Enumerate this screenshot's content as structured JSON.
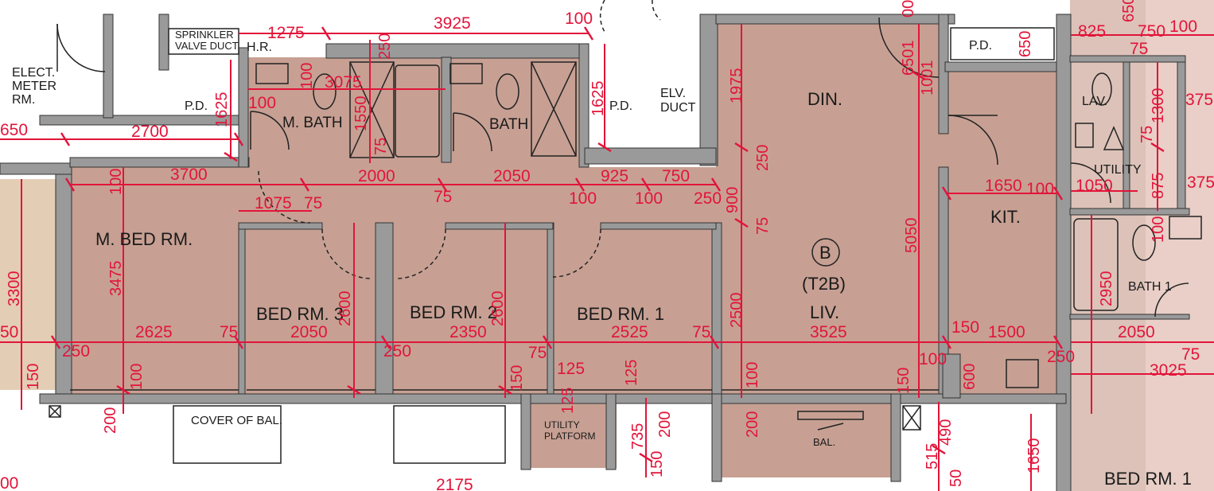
{
  "rooms": {
    "elect_meter": "ELECT.\nMETER\nRM.",
    "sprinkler": "SPRINKLER\nVALVE DUCT",
    "hr": "H.R.",
    "pd_left": "P.D.",
    "m_bath": "M. BATH",
    "bath": "BATH",
    "pd_mid": "P.D.",
    "elv_duct": "ELV.\nDUCT",
    "din": "DIN.",
    "pd_right": "P.D.",
    "lav": "LAV.",
    "utility": "UTILITY",
    "kit": "KIT.",
    "m_bed": "M. BED RM.",
    "bed3": "BED RM. 3",
    "bed2": "BED RM. 2",
    "bed1": "BED RM. 1",
    "flat_letter": "B",
    "flat_type": "(T2B)",
    "liv": "LIV.",
    "bath1": "BATH 1",
    "cover_bal": "COVER OF BAL.",
    "utility_platform": "UTILITY\nPLATFORM",
    "bal": "BAL.",
    "bed_rm1_right": "BED RM. 1"
  },
  "dims": {
    "h3925": "3925",
    "h100a": "100",
    "h1275": "1275",
    "h3075": "3075",
    "h100b": "100",
    "h650": "650",
    "h2700": "2700",
    "h3700": "3700",
    "h2000": "2000",
    "h2050": "2050",
    "h925": "925",
    "h750": "750",
    "h1075": "1075",
    "h75a": "75",
    "h75b": "75",
    "h100c": "100",
    "h100d": "100",
    "h250a": "250",
    "h2625": "2625",
    "h75c": "75",
    "h2050b": "2050",
    "h2350": "2350",
    "h2525": "2525",
    "h75d": "75",
    "h3525": "3525",
    "h250b": "250",
    "h250c": "250",
    "h50": "50",
    "h150a": "150",
    "h1500": "1500",
    "h2050c": "2050",
    "h100e": "100",
    "h250d": "250",
    "h75e": "75",
    "h3025": "3025",
    "h1650": "1650",
    "h100f": "100",
    "h1050": "1050",
    "h825": "825",
    "h750b": "750",
    "h100g": "100",
    "h75f": "75",
    "h125": "125",
    "h00": "00",
    "h2175": "2175",
    "h75g": "75",
    "v250": "250",
    "v1550": "1550",
    "v75a": "75",
    "v100a": "100",
    "v1625a": "1625",
    "v1625b": "1625",
    "v1975": "1975",
    "v250b": "250",
    "v6501": "6501",
    "v00": "00",
    "v1001": "1001",
    "v650": "650",
    "v650b": "650",
    "v100b": "100",
    "v3475": "3475",
    "v3300": "3300",
    "v150a": "150",
    "v100c": "100",
    "v200a": "200",
    "v2600a": "2600",
    "v2600b": "2600",
    "v900": "900",
    "v75b": "75",
    "v2500": "2500",
    "v5050": "5050",
    "v150b": "150",
    "v125": "125",
    "v125b": "125",
    "v735": "735",
    "v200b": "200",
    "v150c": "150",
    "v200c": "200",
    "v100d": "100",
    "v150d": "150",
    "v515": "515",
    "v490": "490",
    "v50": "50",
    "v600": "600",
    "v1650": "1650",
    "v2950": "2950",
    "v100e": "100",
    "v1300": "1300",
    "v75c": "75",
    "v875": "875",
    "v375a": "375",
    "v375b": "375"
  }
}
